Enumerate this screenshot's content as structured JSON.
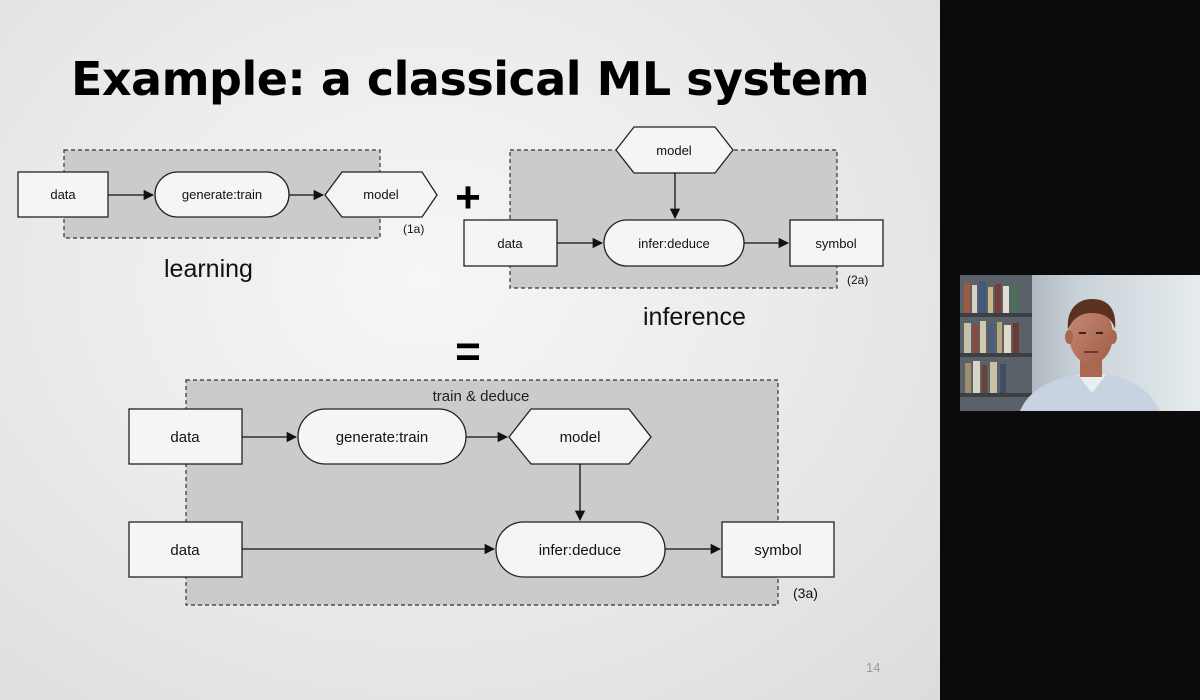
{
  "slide": {
    "title": "Example: a classical ML system",
    "page_number": "14"
  },
  "learning": {
    "caption": "learning",
    "tag": "(1a)",
    "data": "data",
    "process": "generate:train",
    "model": "model"
  },
  "plus_sign": "+",
  "inference": {
    "caption": "inference",
    "tag": "(2a)",
    "model": "model",
    "data": "data",
    "process": "infer:deduce",
    "symbol": "symbol"
  },
  "equals_sign": "=",
  "combined": {
    "group_label": "train & deduce",
    "tag": "(3a)",
    "data1": "data",
    "process1": "generate:train",
    "model": "model",
    "data2": "data",
    "process2": "infer:deduce",
    "symbol": "symbol"
  },
  "colors": {
    "group_fill": "#c9c8ca",
    "box_fill": "#f5f5f5",
    "stroke": "#222222"
  }
}
